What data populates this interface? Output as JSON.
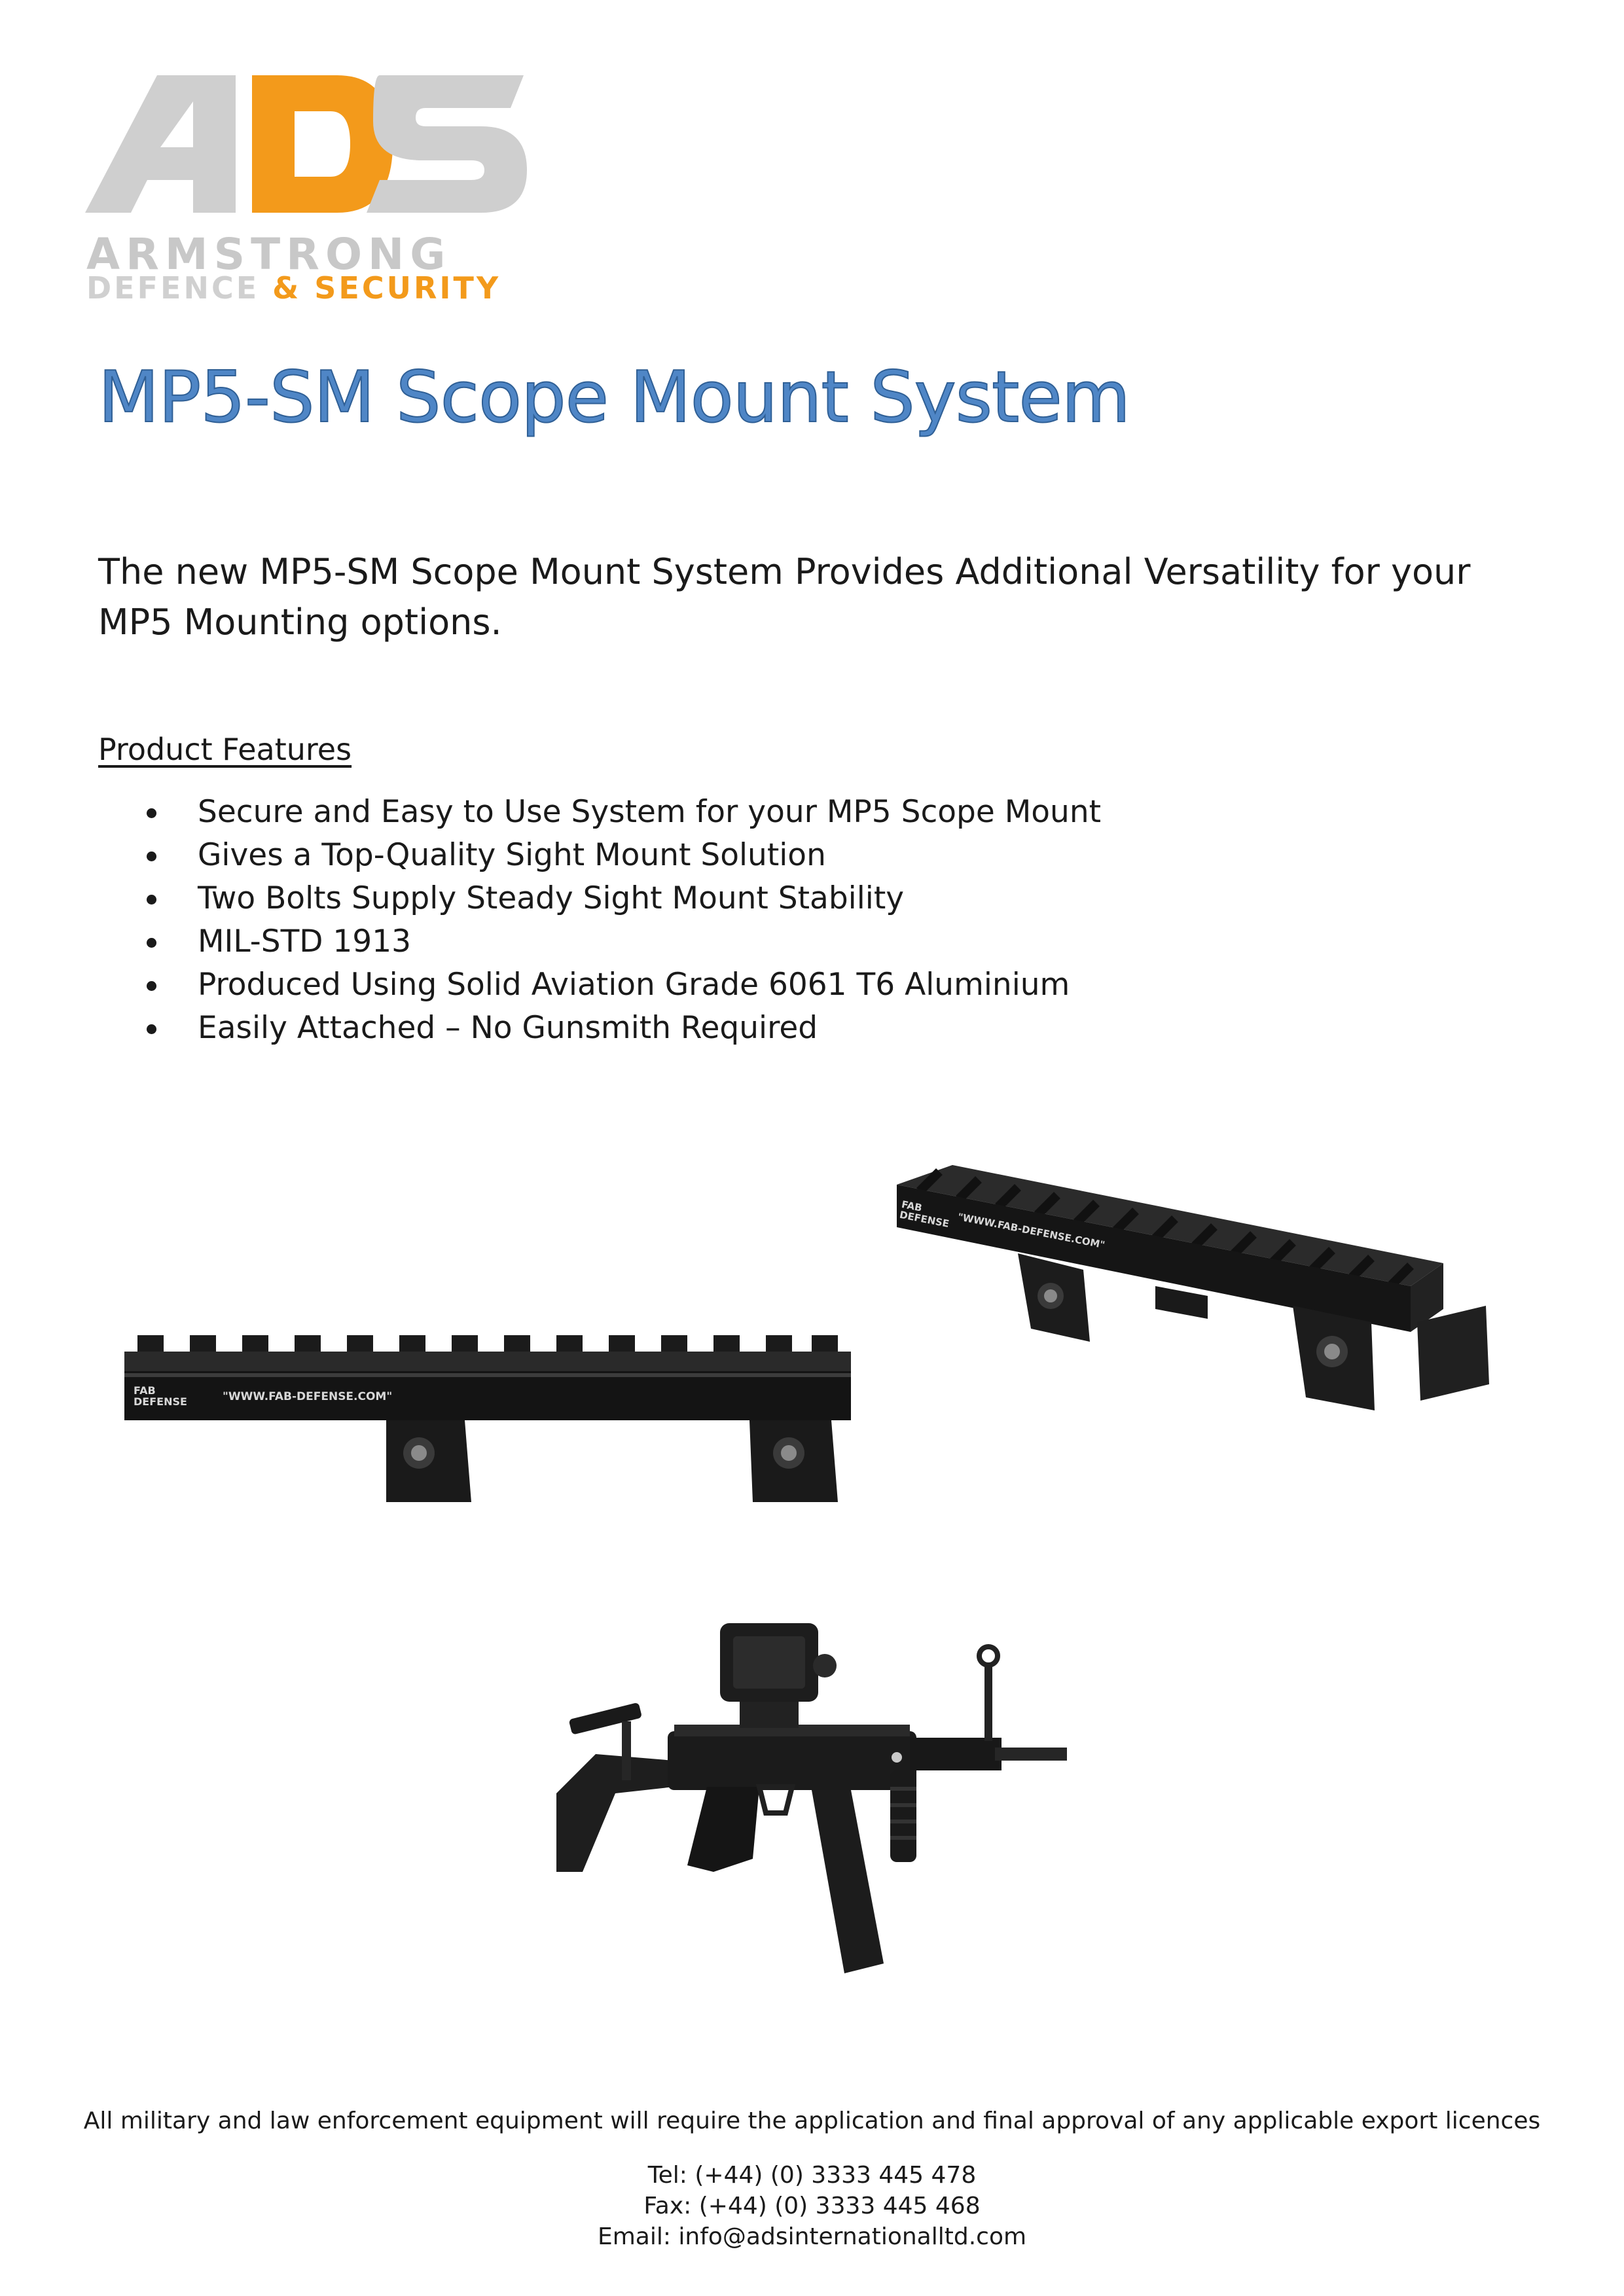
{
  "logo": {
    "mark": "ADS",
    "line1": "ARMSTRONG",
    "line2_grey": "DEFENCE",
    "line2_orange": "& SECURITY",
    "color_grey": "#c8c8c8",
    "color_orange": "#f39a1b"
  },
  "document": {
    "title": "MP5-SM Scope Mount System",
    "intro": "The new MP5-SM Scope Mount System Provides Additional Versatility for your MP5 Mounting options.",
    "features_heading": "Product Features",
    "features": [
      "Secure and Easy to Use System for your MP5 Scope Mount",
      "Gives a Top-Quality Sight Mount Solution",
      "Two Bolts Supply Steady Sight Mount Stability",
      "MIL-STD 1913",
      "Produced Using Solid Aviation Grade 6061 T6 Aluminium",
      "Easily Attached – No Gunsmith Required"
    ]
  },
  "images": {
    "rail_engraving": "\"WWW.FAB-DEFENSE.COM\"",
    "rail_brand_top": "FAB",
    "rail_brand_bottom": "DEFENSE"
  },
  "footer": {
    "disclaimer": "All military and law enforcement equipment will require the application and final approval of any applicable export licences",
    "tel": "Tel: (+44) (0) 3333 445 478",
    "fax": "Fax: (+44) (0) 3333 445 468",
    "email": "Email: info@adsinternationalltd.com"
  },
  "colors": {
    "title_blue": "#4f86c6",
    "title_outline": "#2f5f95"
  }
}
